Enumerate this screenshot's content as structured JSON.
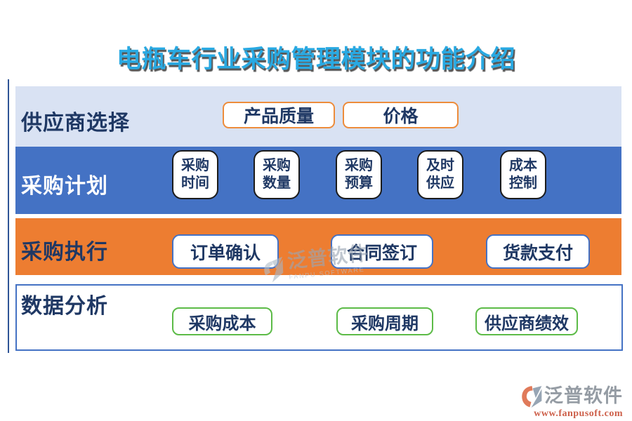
{
  "title": "电瓶车行业采购管理模块的功能介绍",
  "rows": {
    "supplier": {
      "label": "供应商选择",
      "items": [
        "产品质量",
        "价格"
      ]
    },
    "plan": {
      "label": "采购计划",
      "items": [
        "采购\n时间",
        "采购\n数量",
        "采购\n预算",
        "及时\n供应",
        "成本\n控制"
      ]
    },
    "execution": {
      "label": "采购执行",
      "items": [
        "订单确认",
        "合同签订",
        "货款支付"
      ]
    },
    "analysis": {
      "label": "数据分析",
      "items": [
        "采购成本",
        "采购周期",
        "供应商绩效"
      ]
    }
  },
  "watermark": {
    "brand": "泛普软件",
    "tagline": "FANPU SOFTWARE"
  },
  "footer": {
    "brand": "泛普软件",
    "url": "www.fanpusoft.com"
  },
  "colors": {
    "title_text": "#29A9E2",
    "supplier_band_bg": "#D9E2F3",
    "plan_band_bg": "#4472C4",
    "execution_band_bg": "#ED7D31",
    "navy_text": "#1F3864",
    "supplier_btn_border": "#ED8C3B",
    "plan_btn_border": "#1B1B1B",
    "execution_btn_border": "#4472C4",
    "analysis_btn_border": "#5CBB47",
    "analysis_box_border": "#4472C4",
    "footer_url_text": "#CD5F49",
    "logo_orange": "#E07A5A",
    "logo_gray": "#97A5B4"
  }
}
